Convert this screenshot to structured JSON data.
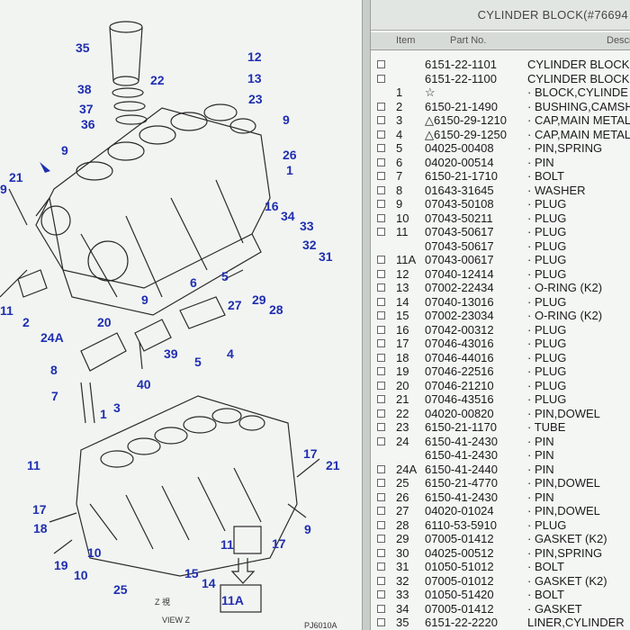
{
  "window": {
    "title": "CYLINDER BLOCK(#76694"
  },
  "table": {
    "columns": [
      "Item",
      "Part No.",
      "Descr"
    ],
    "rows": [
      {
        "checkbox": true,
        "item": "",
        "part_no": "6151-22-1101",
        "desc": "CYLINDER BLOCK"
      },
      {
        "checkbox": true,
        "item": "",
        "part_no": "6151-22-1100",
        "desc": "CYLINDER BLOCK"
      },
      {
        "checkbox": false,
        "item": "1",
        "part_no": "☆",
        "desc": "· BLOCK,CYLINDE"
      },
      {
        "checkbox": true,
        "item": "2",
        "part_no": "6150-21-1490",
        "desc": "· BUSHING,CAMSH"
      },
      {
        "checkbox": true,
        "item": "3",
        "part_no": "△6150-29-1210",
        "desc": "· CAP,MAIN METAL"
      },
      {
        "checkbox": true,
        "item": "4",
        "part_no": "△6150-29-1250",
        "desc": "· CAP,MAIN METAL"
      },
      {
        "checkbox": true,
        "item": "5",
        "part_no": "04025-00408",
        "desc": "· PIN,SPRING"
      },
      {
        "checkbox": true,
        "item": "6",
        "part_no": "04020-00514",
        "desc": "· PIN"
      },
      {
        "checkbox": true,
        "item": "7",
        "part_no": "6150-21-1710",
        "desc": "· BOLT"
      },
      {
        "checkbox": true,
        "item": "8",
        "part_no": "01643-31645",
        "desc": "· WASHER"
      },
      {
        "checkbox": true,
        "item": "9",
        "part_no": "07043-50108",
        "desc": "· PLUG"
      },
      {
        "checkbox": true,
        "item": "10",
        "part_no": "07043-50211",
        "desc": "· PLUG"
      },
      {
        "checkbox": true,
        "item": "11",
        "part_no": "07043-50617",
        "desc": "· PLUG"
      },
      {
        "checkbox": false,
        "item": "",
        "part_no": "07043-50617",
        "desc": "· PLUG"
      },
      {
        "checkbox": true,
        "item": "11A",
        "part_no": "07043-00617",
        "desc": "· PLUG"
      },
      {
        "checkbox": true,
        "item": "12",
        "part_no": "07040-12414",
        "desc": "· PLUG"
      },
      {
        "checkbox": true,
        "item": "13",
        "part_no": "07002-22434",
        "desc": "· O-RING (K2)"
      },
      {
        "checkbox": true,
        "item": "14",
        "part_no": "07040-13016",
        "desc": "· PLUG"
      },
      {
        "checkbox": true,
        "item": "15",
        "part_no": "07002-23034",
        "desc": "· O-RING (K2)"
      },
      {
        "checkbox": true,
        "item": "16",
        "part_no": "07042-00312",
        "desc": "· PLUG"
      },
      {
        "checkbox": true,
        "item": "17",
        "part_no": "07046-43016",
        "desc": "· PLUG"
      },
      {
        "checkbox": true,
        "item": "18",
        "part_no": "07046-44016",
        "desc": "· PLUG"
      },
      {
        "checkbox": true,
        "item": "19",
        "part_no": "07046-22516",
        "desc": "· PLUG"
      },
      {
        "checkbox": true,
        "item": "20",
        "part_no": "07046-21210",
        "desc": "· PLUG"
      },
      {
        "checkbox": true,
        "item": "21",
        "part_no": "07046-43516",
        "desc": "· PLUG"
      },
      {
        "checkbox": true,
        "item": "22",
        "part_no": "04020-00820",
        "desc": "· PIN,DOWEL"
      },
      {
        "checkbox": true,
        "item": "23",
        "part_no": "6150-21-1170",
        "desc": "· TUBE"
      },
      {
        "checkbox": true,
        "item": "24",
        "part_no": "6150-41-2430",
        "desc": "· PIN"
      },
      {
        "checkbox": false,
        "item": "",
        "part_no": "6150-41-2430",
        "desc": "· PIN"
      },
      {
        "checkbox": true,
        "item": "24A",
        "part_no": "6150-41-2440",
        "desc": "· PIN"
      },
      {
        "checkbox": true,
        "item": "25",
        "part_no": "6150-21-4770",
        "desc": "· PIN,DOWEL"
      },
      {
        "checkbox": true,
        "item": "26",
        "part_no": "6150-41-2430",
        "desc": "· PIN"
      },
      {
        "checkbox": true,
        "item": "27",
        "part_no": "04020-01024",
        "desc": "· PIN,DOWEL"
      },
      {
        "checkbox": true,
        "item": "28",
        "part_no": "6110-53-5910",
        "desc": "· PLUG"
      },
      {
        "checkbox": true,
        "item": "29",
        "part_no": "07005-01412",
        "desc": "· GASKET (K2)"
      },
      {
        "checkbox": true,
        "item": "30",
        "part_no": "04025-00512",
        "desc": "· PIN,SPRING"
      },
      {
        "checkbox": true,
        "item": "31",
        "part_no": "01050-51012",
        "desc": "· BOLT"
      },
      {
        "checkbox": true,
        "item": "32",
        "part_no": "07005-01012",
        "desc": "· GASKET (K2)"
      },
      {
        "checkbox": true,
        "item": "33",
        "part_no": "01050-51420",
        "desc": "· BOLT"
      },
      {
        "checkbox": true,
        "item": "34",
        "part_no": "07005-01412",
        "desc": "· GASKET"
      },
      {
        "checkbox": true,
        "item": "35",
        "part_no": "6151-22-2220",
        "desc": "LINER,CYLINDER"
      }
    ]
  },
  "diagram": {
    "callouts": [
      "35",
      "12",
      "13",
      "22",
      "23",
      "38",
      "37",
      "36",
      "9",
      "26",
      "1",
      "9",
      "21",
      "9",
      "16",
      "34",
      "33",
      "32",
      "31",
      "5",
      "6",
      "29",
      "27",
      "28",
      "11",
      "2",
      "20",
      "24A",
      "9",
      "39",
      "5",
      "4",
      "8",
      "3",
      "40",
      "7",
      "1",
      "17",
      "21",
      "11",
      "17",
      "18",
      "10",
      "19",
      "10",
      "15",
      "14",
      "11",
      "17",
      "9",
      "25",
      "11A"
    ],
    "caption_z": "Z 視",
    "caption_view": "VIEW Z",
    "caption_ref": "PJ6010A"
  }
}
